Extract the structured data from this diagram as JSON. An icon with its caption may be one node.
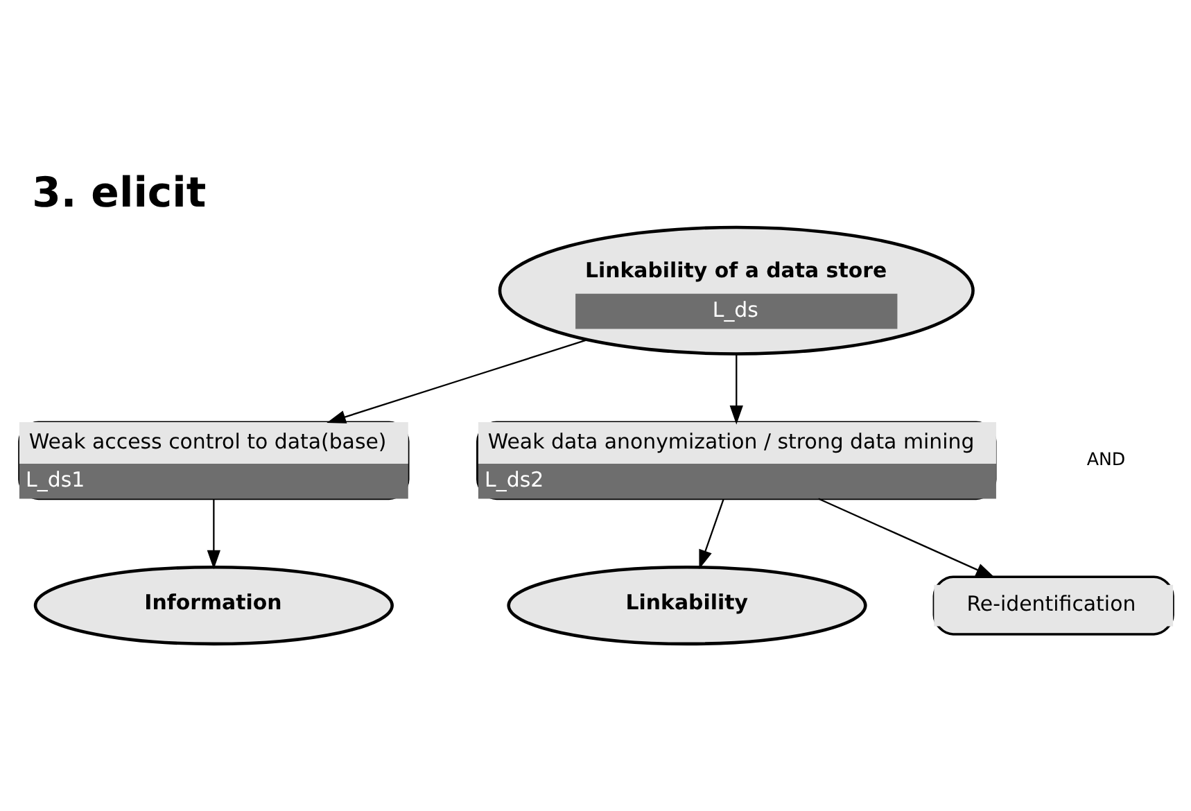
{
  "diagram": {
    "title": "3. elicit",
    "nodes": [
      {
        "text": [
          "Linkability of a data store",
          "L_ds"
        ]
      },
      {
        "text": [
          "Weak access control to data(base)",
          "L_ds1"
        ]
      },
      {
        "text": [
          "Weak data anonymization / strong data mining",
          "L_ds2"
        ]
      },
      {
        "text": [
          "Information"
        ]
      },
      {
        "text": [
          "Linkability"
        ]
      },
      {
        "text": [
          "Re-identification"
        ]
      }
    ],
    "edges": [
      {
        "from": 0,
        "to": 1,
        "arrow": "to"
      },
      {
        "from": 0,
        "to": 2,
        "arrow": "to"
      },
      {
        "from": 1,
        "to": 3,
        "arrow": "to"
      },
      {
        "from": 2,
        "to": 4,
        "arrow": "to"
      },
      {
        "from": 2,
        "to": 5,
        "arrow": "to"
      }
    ],
    "labels": [
      "AND"
    ]
  }
}
